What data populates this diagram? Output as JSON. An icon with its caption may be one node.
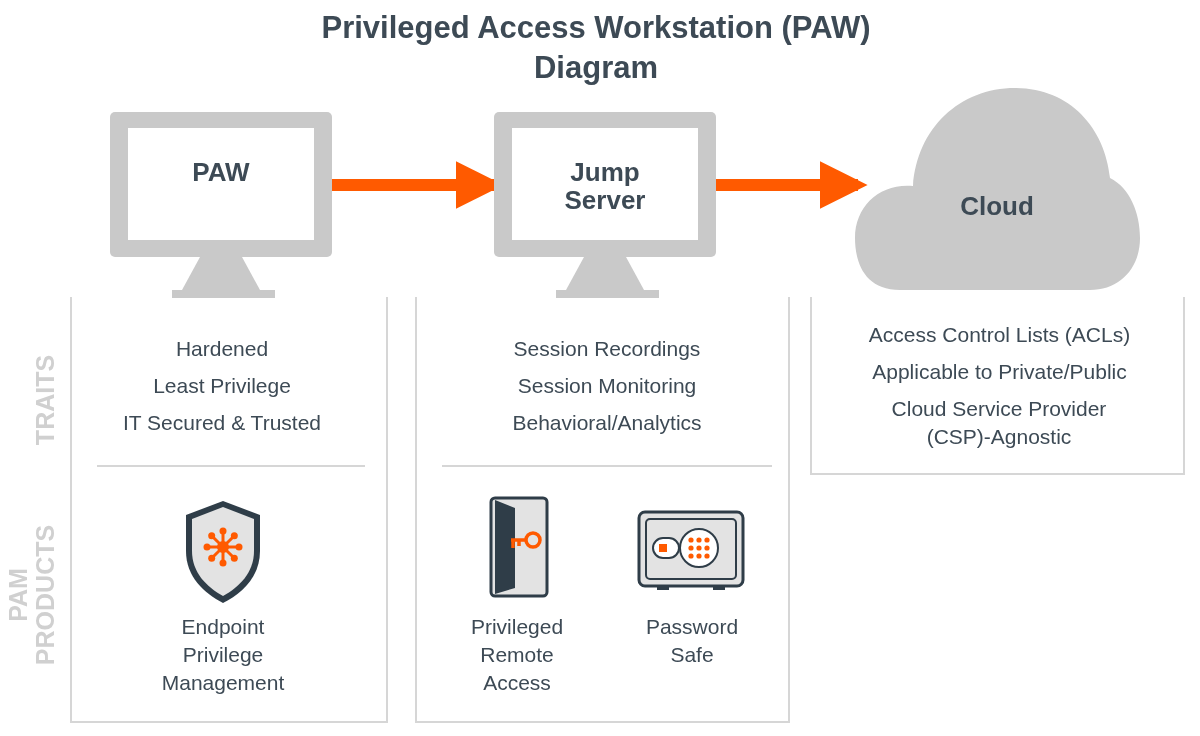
{
  "diagram": {
    "title": "Privileged Access Workstation (PAW) Diagram",
    "nodes": [
      {
        "text": [
          "PAW"
        ]
      },
      {
        "text": [
          "Jump Server"
        ]
      },
      {
        "text": [
          "Cloud"
        ]
      },
      {
        "text": [
          "Hardened",
          "Least Privilege",
          "IT Secured & Trusted",
          "Endpoint Privilege Management"
        ]
      },
      {
        "text": [
          "Session Recordings",
          "Session Monitoring",
          "Behavioral/Analytics",
          "Privileged Remote Access",
          "Password Safe"
        ]
      },
      {
        "text": [
          "Access Control Lists (ACLs)",
          "Applicable to Private/Public",
          "Cloud Service Provider (CSP)-Agnostic"
        ]
      }
    ],
    "edges": [
      {
        "from": 0,
        "to": 1,
        "arrow": "to"
      },
      {
        "from": 1,
        "to": 2,
        "arrow": "to"
      }
    ],
    "labels": [
      "TRAITS",
      "PAM PRODUCTS"
    ]
  }
}
